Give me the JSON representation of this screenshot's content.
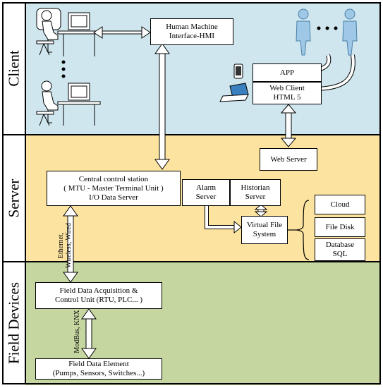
{
  "zones": {
    "client": {
      "label": "Client",
      "color": "#cfe6ee"
    },
    "server": {
      "label": "Server",
      "color": "#fde3a0"
    },
    "field": {
      "label": "Field Devices",
      "color": "#c5d6a0"
    }
  },
  "boxes": {
    "hmi": "Human Machine\nInterface-HMI",
    "app": "APP",
    "web_client": "Web Client\nHTML 5",
    "web_server": "Web Server",
    "central": "Central control station\n( MTU - Master Terminal Unit )\nI/O Data Server",
    "alarm": "Alarm\nServer",
    "historian": "Historian\nServer",
    "vfs": "Virtual File\nSystem",
    "cloud": "Cloud",
    "file_disk": "File Disk",
    "database": "Database\nSQL",
    "rtu": "Field Data Acquisition &\nControl Unit (RTU, PLC... )",
    "element": "Field Data Element\n(Pumps, Sensors, Switches...)"
  },
  "links": {
    "network": "Ethernet,\nWireless, Wired",
    "fieldbus": "ModBus, KNX"
  },
  "ellipsis": "• • •"
}
